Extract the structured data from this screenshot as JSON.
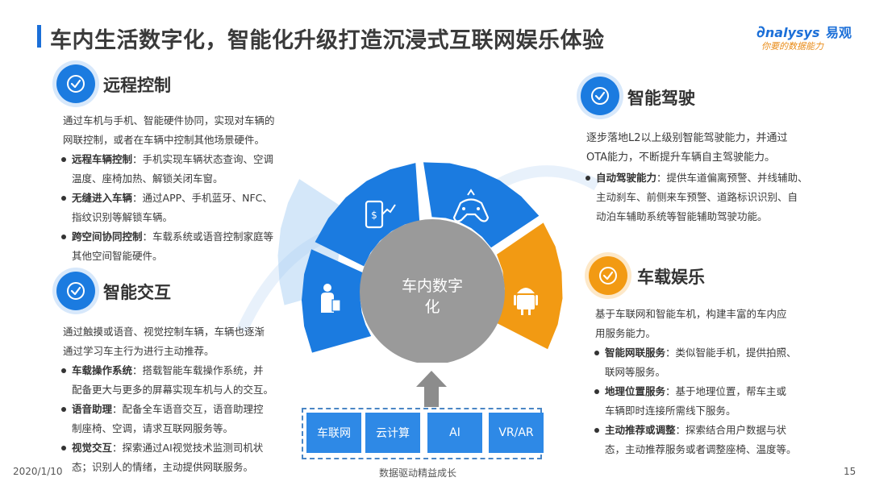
{
  "title": "车内生活数字化，智能化升级打造沉浸式互联网娱乐体验",
  "logo": {
    "brand": "nalysys",
    "brand_cn": "易观",
    "slogan": "你要的数据能力"
  },
  "colors": {
    "blue": "#1b7be0",
    "orange": "#f29a13",
    "gray": "#9a9a9a"
  },
  "remote": {
    "title": "远程控制",
    "intro_lines": [
      "通过车机与手机、智能硬件协同，实现对车辆的",
      "网联控制，或者在车辆中控制其他场景硬件。"
    ],
    "bullets": [
      {
        "head": "远程车辆控制",
        "lines": [
          "：手机实现车辆状态查询、空调",
          "温度、座椅加热、解锁关闭车窗。"
        ]
      },
      {
        "head": "无缝进入车辆",
        "lines": [
          "：通过APP、手机蓝牙、NFC、",
          "指纹识别等解锁车辆。"
        ]
      },
      {
        "head": "跨空间协同控制",
        "lines": [
          "：车载系统或语音控制家庭等",
          "其他空间智能硬件。"
        ]
      }
    ]
  },
  "interaction": {
    "title": "智能交互",
    "intro_lines": [
      "通过触摸或语音、视觉控制车辆，车辆也逐渐",
      "通过学习车主行为进行主动推荐。"
    ],
    "bullets": [
      {
        "head": "车载操作系统",
        "lines": [
          "：搭载智能车载操作系统，并",
          "配备更大与更多的屏幕实现车机与人的交互。"
        ]
      },
      {
        "head": "语音助理",
        "lines": [
          "：配备全车语音交互，语音助理控",
          "制座椅、空调，请求互联网服务等。"
        ]
      },
      {
        "head": "视觉交互",
        "lines": [
          "：探索通过AI视觉技术监测司机状",
          "态；识别人的情绪，主动提供网联服务。"
        ]
      }
    ]
  },
  "driving": {
    "title": "智能驾驶",
    "intro_lines": [
      "逐步落地L2以上级别智能驾驶能力，并通过",
      "OTA能力，不断提升车辆自主驾驶能力。"
    ],
    "bullets": [
      {
        "head": "自动驾驶能力",
        "lines": [
          "：提供车道偏离预警、并线辅助、",
          "主动刹车、前侧来车预警、道路标识识别、自",
          "动泊车辅助系统等智能辅助驾驶功能。"
        ]
      }
    ]
  },
  "entertainment": {
    "title": "车载娱乐",
    "intro_lines": [
      "基于车联网和智能车机，构建丰富的车内应",
      "用服务能力。"
    ],
    "bullets": [
      {
        "head": "智能网联服务",
        "lines": [
          "：类似智能手机，提供拍照、",
          "联网等服务。"
        ]
      },
      {
        "head": "地理位置服务",
        "lines": [
          "：基于地理位置，帮车主或",
          "车辆即时连接所需线下服务。"
        ]
      },
      {
        "head": "主动推荐或调整",
        "lines": [
          "：探索结合用户数据与状",
          "态，主动推荐服务或者调整座椅、温度等。"
        ]
      }
    ]
  },
  "center": {
    "line1": "车内数字",
    "line2": "化"
  },
  "segment_icons": [
    "person-document-icon",
    "phone-payment-icon",
    "gamepad-icon",
    "android-icon"
  ],
  "tech": [
    "车联网",
    "云计算",
    "AI",
    "VR/AR"
  ],
  "footer": {
    "date": "2020/1/10",
    "center": "数据驱动精益成长",
    "page": "15"
  }
}
